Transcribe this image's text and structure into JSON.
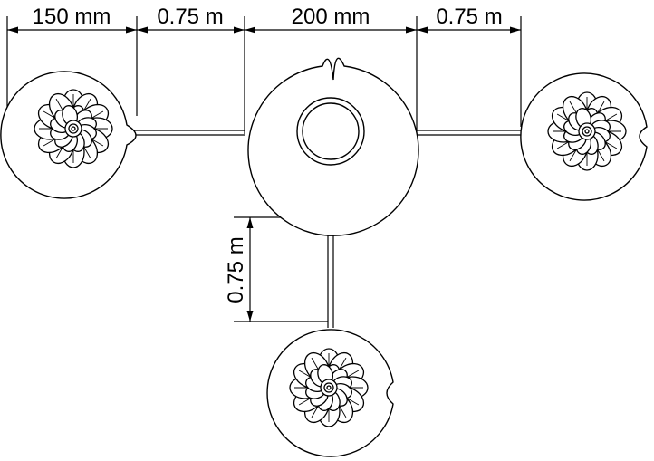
{
  "dimensions": {
    "top_left_width": "150 mm",
    "top_left_gap": "0.75 m",
    "top_center_width": "200 mm",
    "top_right_gap": "0.75 m",
    "vertical_gap": "0.75 m"
  },
  "colors": {
    "stroke": "#000000",
    "background": "#ffffff"
  },
  "icons": {
    "lily_pad_left": "lily-pad-with-flower-icon",
    "lily_pad_right": "lily-pad-with-flower-icon",
    "lily_pad_bottom": "lily-pad-with-flower-icon",
    "center_pad": "large-lily-pad-with-hole-icon"
  }
}
